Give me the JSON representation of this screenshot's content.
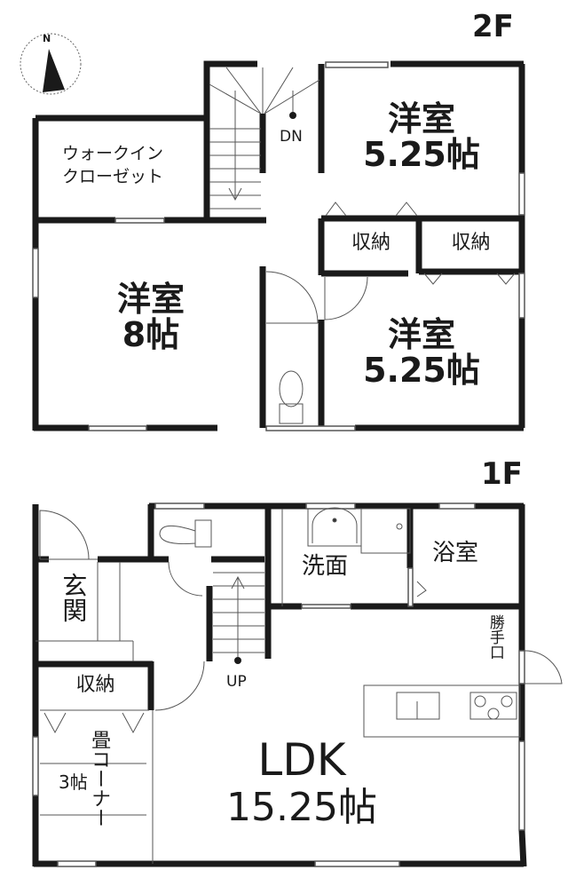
{
  "compass": {
    "label": "N"
  },
  "floors": [
    {
      "id": "2F",
      "label": "2F",
      "rooms": [
        {
          "key": "walkin",
          "line1": "ウォークイン",
          "line2": "クローゼット"
        },
        {
          "key": "western8",
          "name": "洋室",
          "size": "8帖"
        },
        {
          "key": "western525a",
          "name": "洋室",
          "size": "5.25帖"
        },
        {
          "key": "western525b",
          "name": "洋室",
          "size": "5.25帖"
        },
        {
          "key": "storage1",
          "name": "収納"
        },
        {
          "key": "storage2",
          "name": "収納"
        }
      ],
      "stairs": {
        "label": "DN"
      }
    },
    {
      "id": "1F",
      "label": "1F",
      "rooms": [
        {
          "key": "entrance",
          "name": "玄関"
        },
        {
          "key": "washroom",
          "name": "洗面"
        },
        {
          "key": "bath",
          "name": "浴室"
        },
        {
          "key": "backdoor",
          "name": "勝手口"
        },
        {
          "key": "storage",
          "name": "収納"
        },
        {
          "key": "tatami",
          "name": "畳コーナー",
          "size": "3帖"
        },
        {
          "key": "ldk",
          "name": "LDK",
          "size": "15.25帖"
        }
      ],
      "stairs": {
        "label": "UP"
      }
    }
  ],
  "colors": {
    "wall": "#1a1a1a",
    "thin": "#555555",
    "background": "#ffffff"
  }
}
